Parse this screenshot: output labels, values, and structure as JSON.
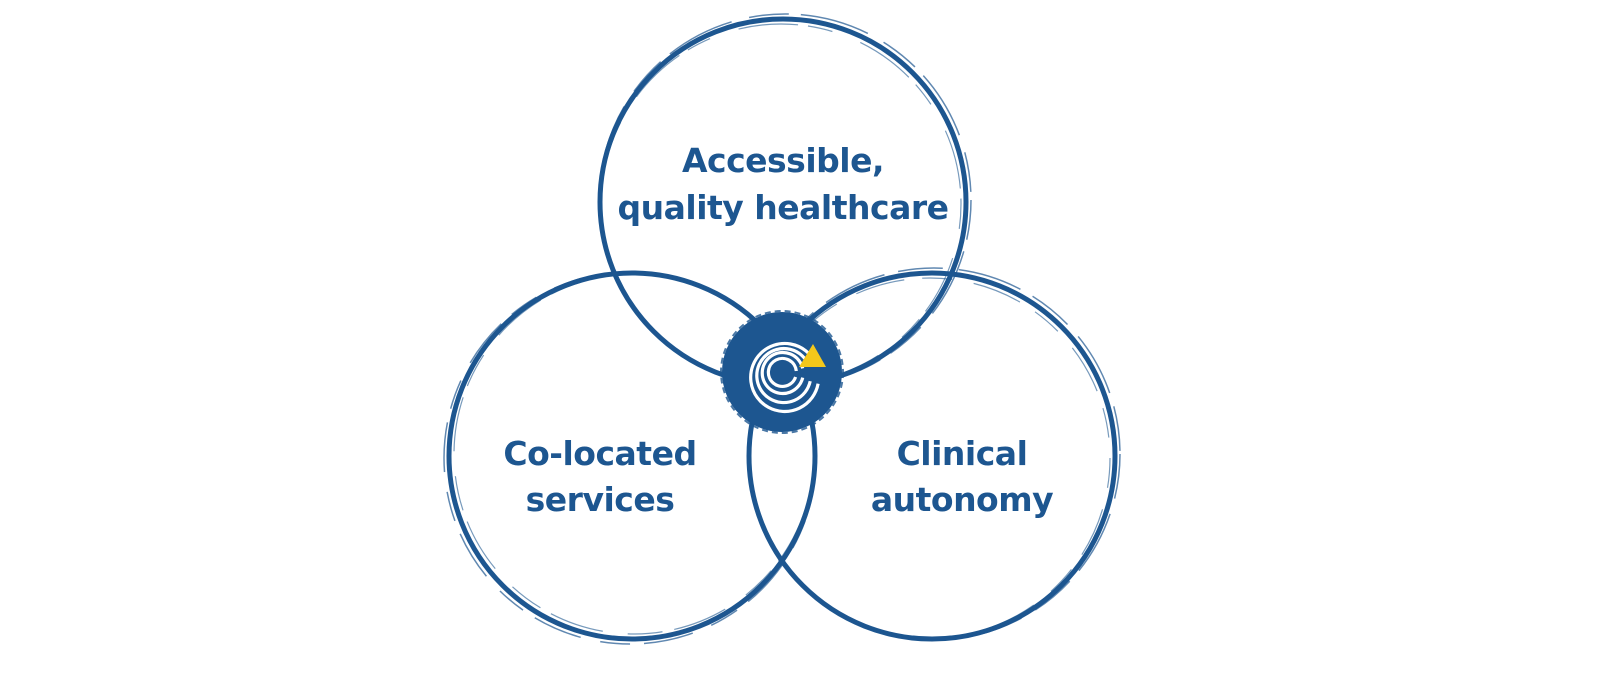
{
  "colors": {
    "primary": "#1d5690",
    "accent": "#f4c81b",
    "background": "#ffffff"
  },
  "circles": [
    {
      "id": "top",
      "lines": [
        "Accessible,",
        "quality healthcare"
      ]
    },
    {
      "id": "left",
      "lines": [
        "Co-located",
        "services"
      ]
    },
    {
      "id": "right",
      "lines": [
        "Clinical",
        "autonomy"
      ]
    }
  ],
  "center_logo": {
    "icon": "concentric-c-logo-icon",
    "accent_shape": "triangle"
  }
}
